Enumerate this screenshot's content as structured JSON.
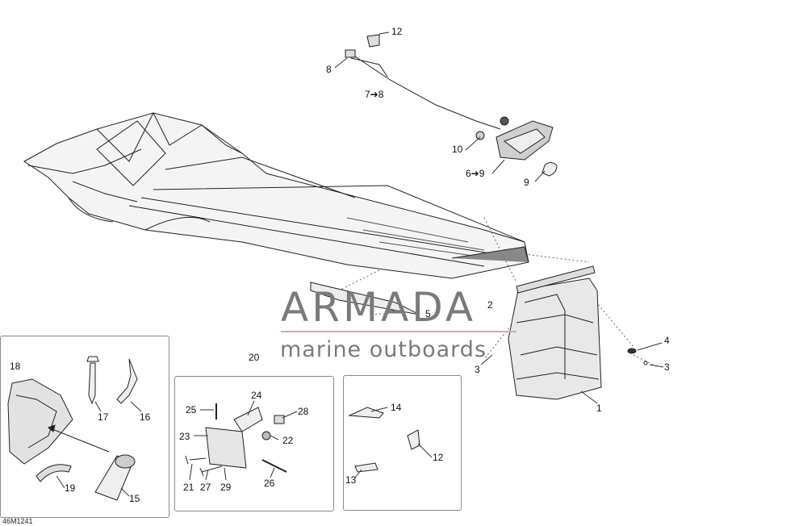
{
  "diagram": {
    "drawing_code": "46M1241",
    "callouts": {
      "c12_top": "12",
      "c8": "8",
      "c7to8": "7➔8",
      "c10": "10",
      "c6to9": "6➔9",
      "c9": "9",
      "c2": "2",
      "c5": "5",
      "c4": "4",
      "c3_right": "3",
      "c3_left": "3",
      "c1": "1",
      "c18": "18",
      "c17": "17",
      "c16": "16",
      "c19": "19",
      "c15": "15",
      "c20": "20",
      "c24": "24",
      "c25": "25",
      "c28": "28",
      "c23": "23",
      "c22": "22",
      "c21": "21",
      "c27": "27",
      "c29": "29",
      "c26": "26",
      "c14": "14",
      "c12_box": "12",
      "c13": "13"
    }
  },
  "watermark": {
    "title": "ARMADA",
    "subtitle": "marine outboards",
    "color": "#d9a3c4"
  }
}
